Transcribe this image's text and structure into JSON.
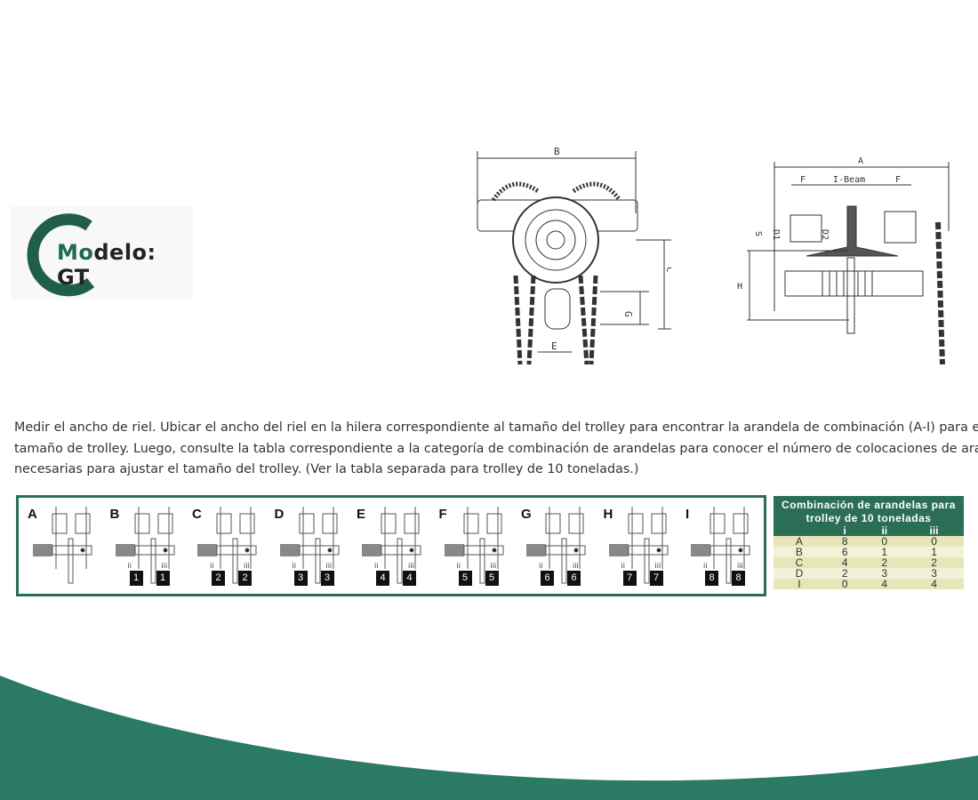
{
  "logo": {
    "text_prefix": "Mo",
    "text_rest": "delo: GT"
  },
  "front_view": {
    "labels": {
      "b": "B",
      "c": "C",
      "g": "G",
      "e": "E"
    }
  },
  "side_view": {
    "labels": {
      "a": "A",
      "f1": "F",
      "beam": "I-Beam",
      "f2": "F",
      "s": "S",
      "d1": "D1",
      "d2": "D2",
      "h": "H"
    }
  },
  "description": {
    "lines": [
      "Medir el ancho de riel. Ubicar el ancho del riel en la hilera correspondiente al tamaño del trolley para encontrar la arandela de combinación (A-I) para ese",
      "tamaño de trolley. Luego, consulte la tabla correspondiente a la categoría de combinación de arandelas para conocer el número de colocaciones de arandelas",
      "necesarias para ajustar el tamaño del trolley. (Ver la tabla separada para trolley de 10 toneladas.)"
    ]
  },
  "washer_panels": [
    {
      "letter": "A",
      "count": null
    },
    {
      "letter": "B",
      "count": "1"
    },
    {
      "letter": "C",
      "count": "2"
    },
    {
      "letter": "D",
      "count": "3"
    },
    {
      "letter": "E",
      "count": "4"
    },
    {
      "letter": "F",
      "count": "5"
    },
    {
      "letter": "G",
      "count": "6"
    },
    {
      "letter": "H",
      "count": "7"
    },
    {
      "letter": "I",
      "count": "8"
    }
  ],
  "panel_sublabels": {
    "left": "ii",
    "right": "iii"
  },
  "table": {
    "title_line1": "Combinación de arandelas para",
    "title_line2": "trolley de 10 toneladas",
    "columns": [
      "",
      "i",
      "ii",
      "iii"
    ],
    "rows": [
      [
        "A",
        "8",
        "0",
        "0"
      ],
      [
        "B",
        "6",
        "1",
        "1"
      ],
      [
        "C",
        "4",
        "2",
        "2"
      ],
      [
        "D",
        "2",
        "3",
        "3"
      ],
      [
        "I",
        "0",
        "4",
        "4"
      ]
    ]
  },
  "colors": {
    "brand_green": "#2a6e55",
    "wave": "#2a7a66",
    "table_row": "#e6e6b8"
  }
}
